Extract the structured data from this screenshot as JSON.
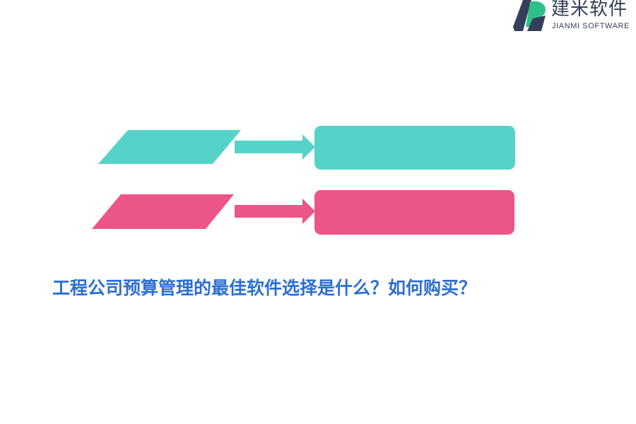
{
  "brand": {
    "name_cn": "建米软件",
    "name_en": "JIANMI SOFTWARE",
    "colors": {
      "dark": "#34405a",
      "green": "#2fbf8a"
    }
  },
  "diagram": {
    "rows": [
      {
        "color": "#56d3c9",
        "shape": "parallelogram-arrow-rounded-box"
      },
      {
        "color": "#ec5587",
        "shape": "parallelogram-arrow-rounded-box"
      }
    ]
  },
  "headline": {
    "text": "工程公司预算管理的最佳软件选择是什么？如何购买？",
    "color": "#2d6fd1"
  }
}
